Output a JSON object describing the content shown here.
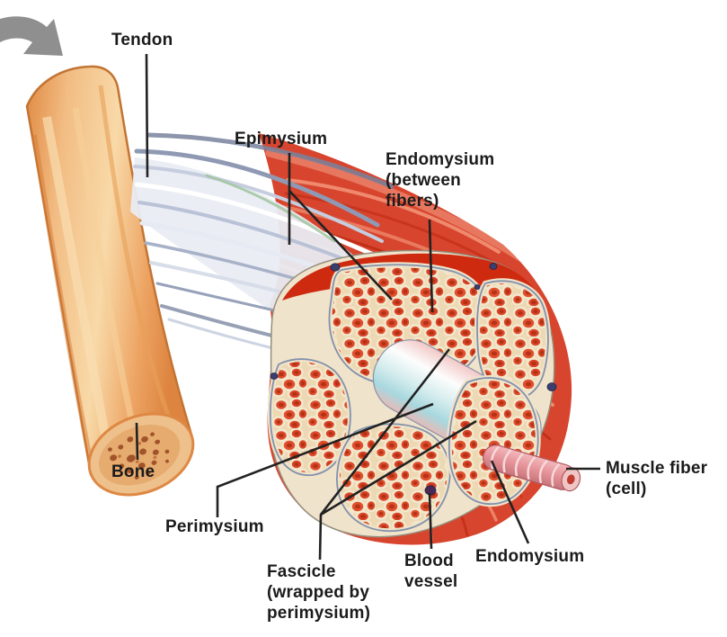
{
  "figure": {
    "labels": {
      "tendon": "Tendon",
      "epimysium": "Epimysium",
      "endomysium_between_fibers": "Endomysium\n(between\nfibers)",
      "bone": "Bone",
      "perimysium": "Perimysium",
      "fascicle": "Fascicle\n(wrapped by\nperimysium)",
      "blood_vessel": "Blood\nvessel",
      "endomysium": "Endomysium",
      "muscle_fiber": "Muscle fiber\n(cell)"
    },
    "colors": {
      "background": "#ffffff",
      "label_text": "#1b1b1b",
      "leader_line": "#222222",
      "arrow_gray": "#8f8f8f",
      "muscle_red": "#d6452e",
      "muscle_dark_red": "#c22f17",
      "bone_orange": "#e9964f",
      "bone_cut_tan": "#eec08c",
      "tendon_silver": "#c6cdde",
      "fascicle_matrix_cream": "#ecd9b4",
      "fiber_red": "#dc4a2c",
      "blood_vessel_navy": "#3a3f6e",
      "pulled_fascicle_blue": "#cfe9ea",
      "muscle_fiber_pink": "#e59399"
    }
  }
}
